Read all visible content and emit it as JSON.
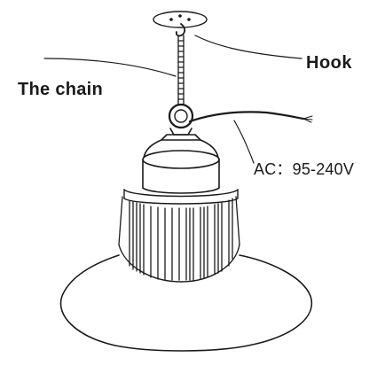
{
  "labels": {
    "hook": "Hook",
    "chain": "The chain",
    "ac": "AC：95-240V"
  },
  "colors": {
    "line": "#1a1a1a",
    "background": "#ffffff"
  }
}
